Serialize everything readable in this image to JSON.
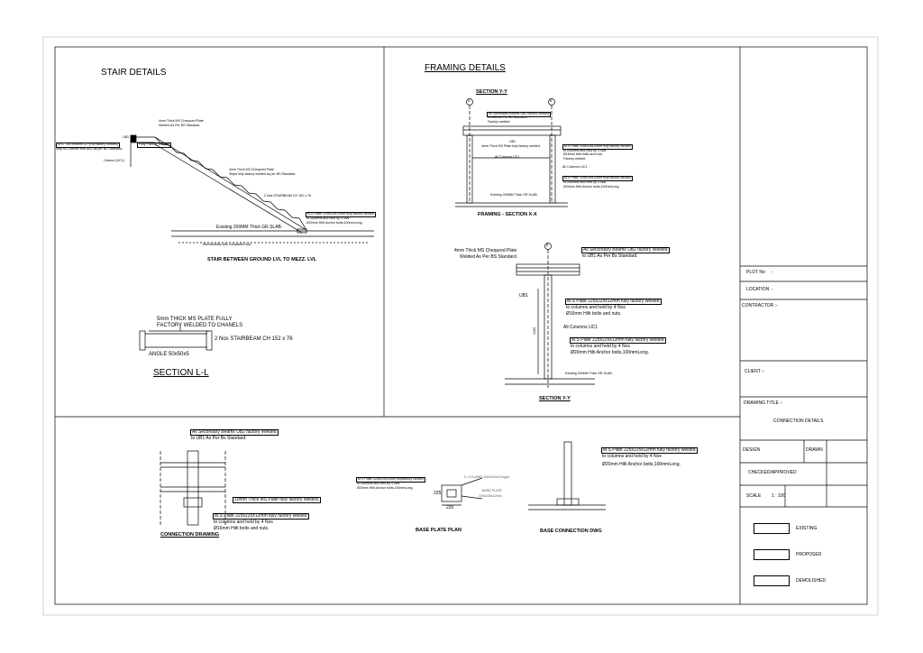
{
  "stair": {
    "title": "STAIR DETAILS",
    "note_plate": "4mm Thick MS Chequred Plate",
    "note_plate2": "Welded As Per BS Standard.",
    "note_ms": "M.S. 75x75x6mm & P.(not factory welded)",
    "note_ms2": "Strip to Channel and UB2 as per BS Standard.",
    "note_fully": "Fully Factory Welded",
    "ub1": "UB1",
    "column": "Column (UC1)",
    "note_mid": "4mm Thick MS Chequred Plate",
    "note_mid2": "Steps fully factory welded as per BS Standard.",
    "beam": "2 Nos STAIRBEAM CH 152 x 76",
    "plate_note": "M.S Plate 225x225x12mm fully factory welded",
    "plate_note2": "to columns and held by 4 Nos",
    "plate_note3": "Ø20mm Hilti Anchor bolts,100mmLong.",
    "slab": "Existing 200MM Thick GR.SLAB.",
    "soil": "Mechanically well compacted soil.",
    "caption": "STAIR BETWEEN GROUND LVL TO MEZZ. LVL"
  },
  "section_ll": {
    "note1": "5mm THICK MS PLATE FULLY",
    "note2": "FACTORY WELDED TO CHANELS",
    "beam": "2 Nos STAIRBEAM CH 152 x 76",
    "angle": "ANGLE 50x50x5",
    "title": "SECTION L-L"
  },
  "framing": {
    "title": "FRAMING DETAILS",
    "section": "SECTION Y-Y",
    "grid_a": "A",
    "grid_b": "B",
    "note_top": "All Secondary Beams UB2 factory Welded",
    "note_top2": "to UB1 As Per Bs Standard.",
    "note_top3": "Factory welded.",
    "ub1": "UB1",
    "plate_thin": "4mm Thick MS Plate fully factory welded.",
    "all_col": "All Columns UC1",
    "dim_label": "All Columns UC1",
    "right_note1": "M.S Plate 225x225x12mm fully factory welded",
    "right_note2": "to columns and held by 4 Nos",
    "right_note3": "Ø16mm Hilti bolts and nuts.",
    "right_note4": "Factory welded",
    "right_col": "All Columns UC1",
    "right_note5": "M.S Plate 225x225x12mm fully factory welded",
    "right_note6": "to columns and held by 4 Nos",
    "right_note7": "Ø20mm Hilti Anchor bolts,100mmLong.",
    "slab": "Existing 200MM Thick GR.SLAB.",
    "caption": "FRAMING - SECTION X-X"
  },
  "section_yy": {
    "grid": "B",
    "left1": "4mm Thick MS Chequred Plate",
    "left2": "Welded As Per BS Standard.",
    "right1": "All Secondary Beams UB2 factory Welded",
    "right2": "to UB1 As Per Bs Standard.",
    "ub1": "UB1",
    "p1": "M.S Plate 225x225x12mm fully factory welded",
    "p2": "to columns and held by 4 Nos",
    "p3": "Ø16mm Hilti bolts and nuts.",
    "col": "All Columns UC1",
    "p4": "M.S Plate 225x225x12mm fully factory welded",
    "p5": "to columns and held by 4 Nos",
    "p6": "Ø20mm Hilti Anchor bolts,100mmLong.",
    "slab": "Existing 200MM Thick GR.SLAB.",
    "dim": "2400",
    "caption": "SECTION Y-Y"
  },
  "connection": {
    "n1": "All Secondary Beams UB2 factory Welded",
    "n2": "to UB1 As Per Bs Standard.",
    "n3": "10mm Thick MS Plate fully factory welded.",
    "n4": "M.S Plate 225x225x12mm fully factory welded",
    "n5": "to columns and held by 4 Nos",
    "n6": "Ø16mm Hilti bolts and nuts.",
    "caption": "CONNECTION DRAWING"
  },
  "base_plate": {
    "n1": "M.S Plate 225x225x12mm fullyfactory welded",
    "n2": "to columns and held by 4 Nos",
    "n3": "Ø20mm Hilti Anchor bolts,100mmLong.",
    "col": "S. COLUMN 100x100x3.6 kg/m",
    "bp": "BASE PLATE",
    "bp2": "225x225x12mm",
    "d1": "225",
    "d2": "225",
    "caption": "BASE PLATE PLAN"
  },
  "base_conn": {
    "n1": "M.S Plate 225x225x12mm fully factory welded",
    "n2": "to columns and held by 4 Nos",
    "n3": "Ø20mm Hilti Anchor bolts,100mmLong.",
    "caption": "BASE CONNECTION DWG"
  },
  "title_block": {
    "plot_no": "PLOT No",
    "plot_val": "-",
    "location": "LOCATION",
    "location_val": "-",
    "contractor": "CONTRACTOR :-",
    "client": "CLIENT :-",
    "drawing_title": "DRAWING TITLE :-",
    "drawing_name": "CONNECTION DETAILS",
    "design": "DESIGN",
    "drawn": "DRAWN",
    "checked": "CHECKED/APPROVED",
    "scale": "SCALE",
    "scale_val": "1 : 100",
    "existing": "EXISTING",
    "proposed": "PROPOSED",
    "demolished": "DEMOLISHED"
  }
}
